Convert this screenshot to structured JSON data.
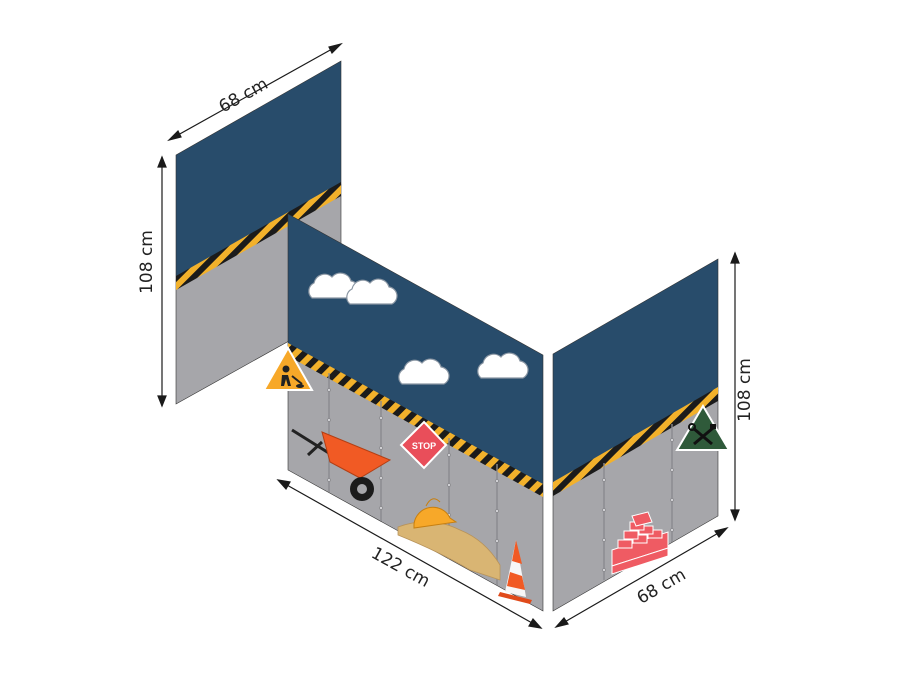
{
  "dimensions": {
    "left_panel_width": "68 cm",
    "left_panel_height": "108 cm",
    "front_panel_width": "122 cm",
    "right_panel_height": "108 cm",
    "right_panel_width": "68 cm"
  },
  "signs": {
    "stop": "STOP"
  },
  "icons": [
    "worker-sign-icon",
    "stop-sign-icon",
    "tools-sign-icon",
    "wheelbarrow-icon",
    "hard-hat-icon",
    "traffic-cone-icon",
    "bricks-icon",
    "cloud-icon"
  ],
  "colors": {
    "sky": "#284c6b",
    "wall": "#a6a6aa",
    "hazard_yellow": "#f2b12b",
    "hazard_black": "#1b1b1b",
    "wheelbarrow": "#f15a24",
    "stop_sign": "#e94e5a",
    "hard_hat": "#f7a829",
    "sand": "#d9b573",
    "bricks": "#ef5b63",
    "tools_sign": "#2f5a3a"
  }
}
